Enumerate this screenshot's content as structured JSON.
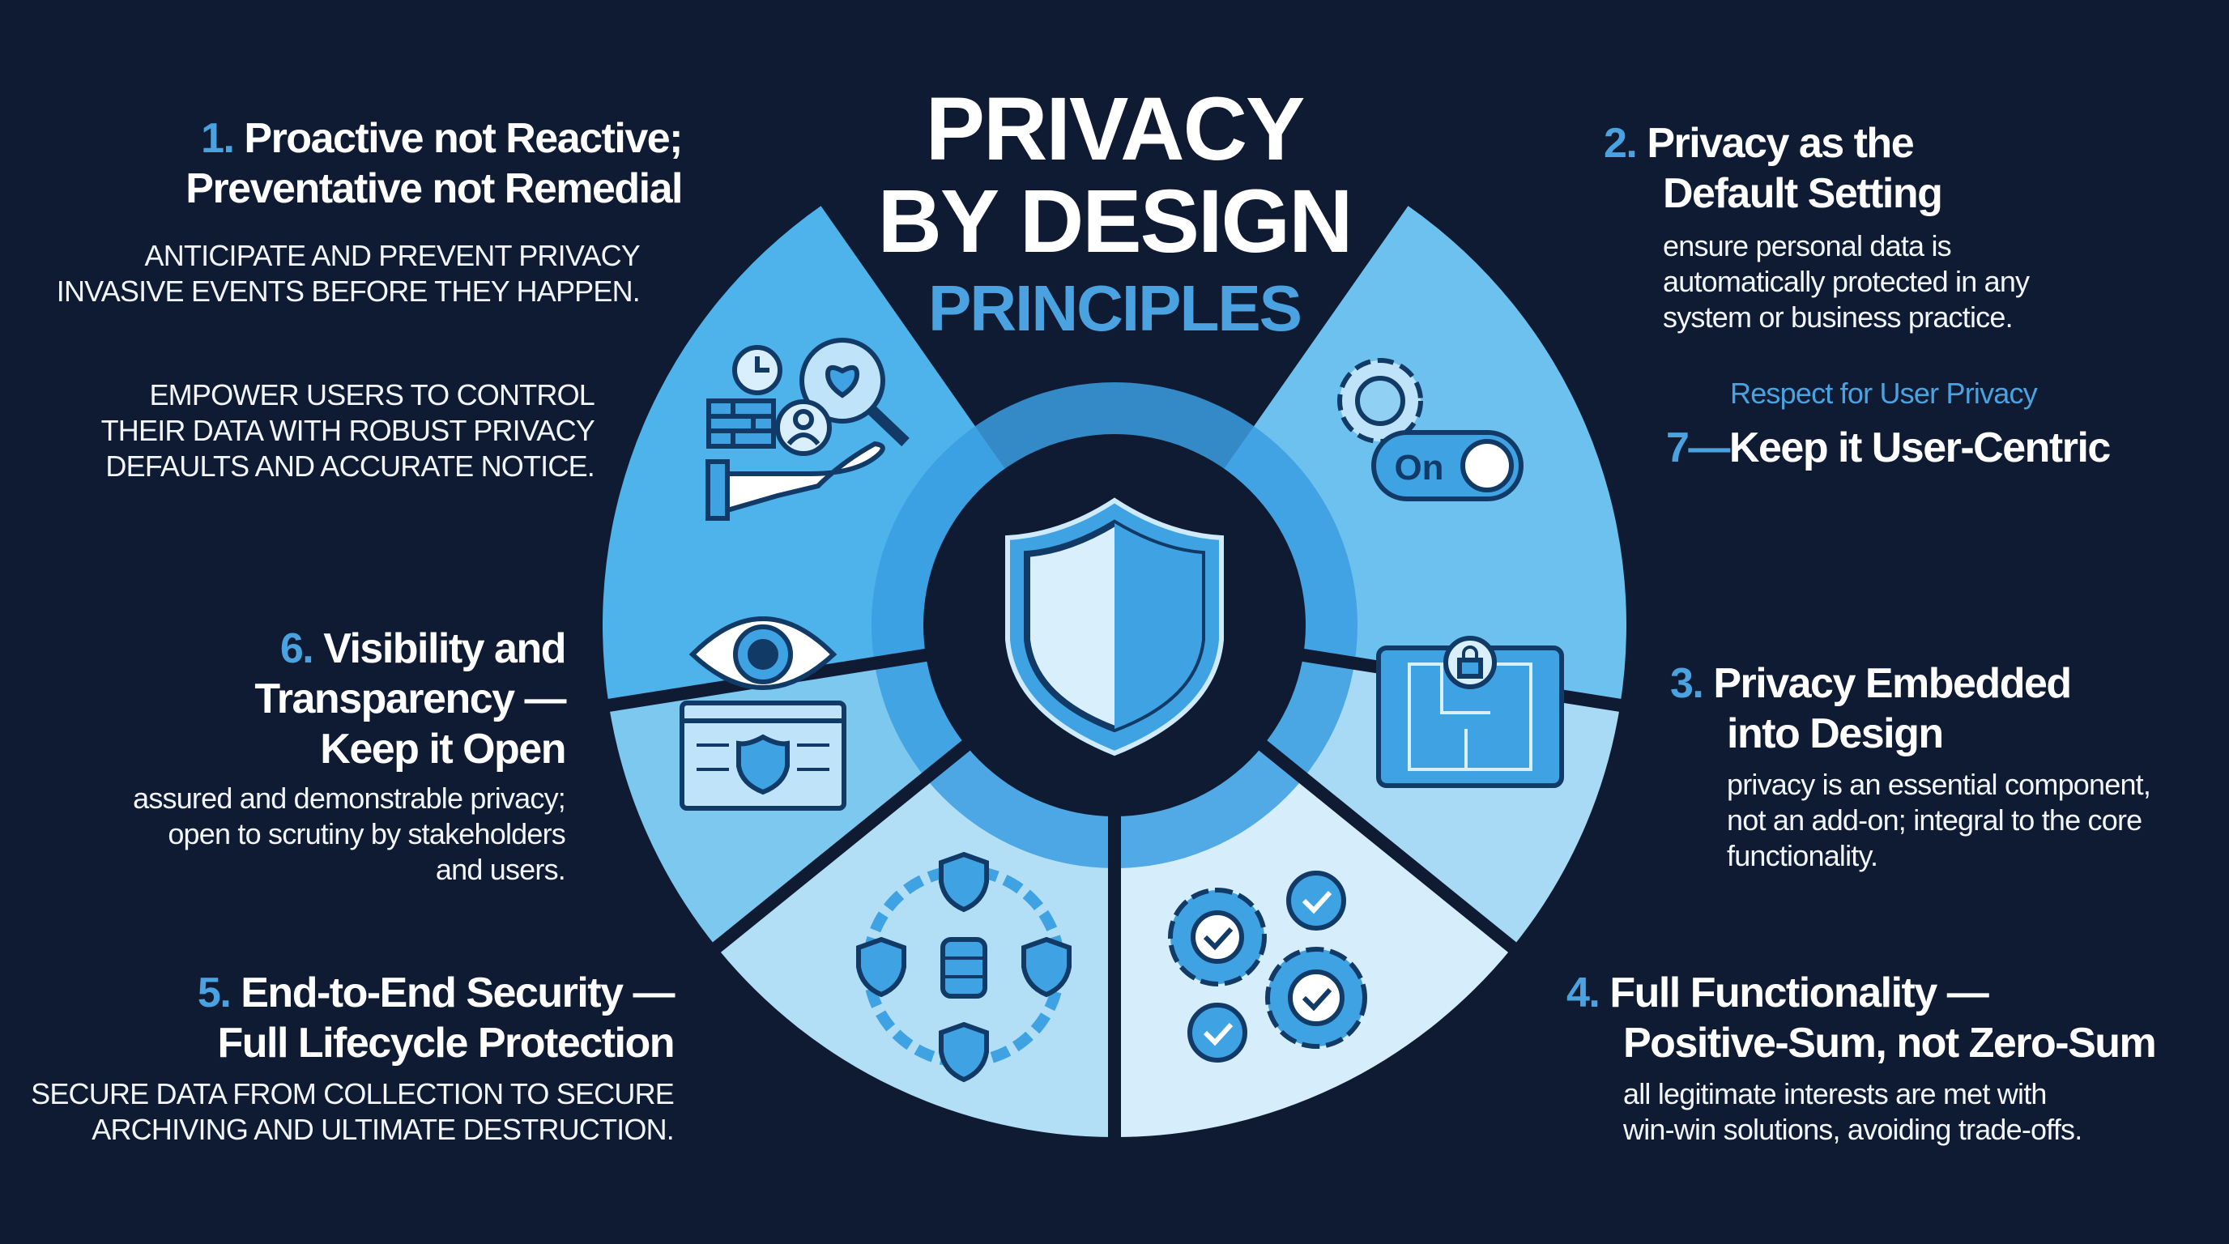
{
  "title": {
    "line1": "PRIVACY",
    "line2": "BY DESIGN",
    "line3": "PRINCIPLES"
  },
  "colors": {
    "background": "#0f1b33",
    "accent": "#4aa3e0",
    "inner_ring": "#3a9ee0",
    "segments": [
      "#4db3ea",
      "#6cc1ee",
      "#a9daf5",
      "#d6eefb",
      "#b3dff6",
      "#7cc8ef"
    ]
  },
  "principles": [
    {
      "number": "1.",
      "heading": [
        "Proactive not Reactive;",
        "Preventative not Remedial"
      ],
      "description": [
        "ANTICIPATE AND PREVENT PRIVACY",
        "INVASIVE EVENTS BEFORE THEY HAPPEN."
      ],
      "extra": [
        "EMPOWER USERS TO CONTROL",
        "THEIR DATA WITH ROBUST PRIVACY",
        "DEFAULTS AND ACCURATE NOTICE."
      ],
      "icon": "clock-firewall-user-magnifier-hand-icon"
    },
    {
      "number": "2.",
      "heading": [
        "Privacy as the",
        "Default Setting"
      ],
      "description": [
        "ensure personal data is",
        "automatically protected in any",
        "system or business practice."
      ],
      "icon": "gear-toggle-on-icon",
      "toggle_label": "On"
    },
    {
      "number": "3.",
      "heading": [
        "Privacy Embedded",
        "into Design"
      ],
      "description": [
        "privacy is an essential component,",
        "not an add-on; integral to the core",
        "functionality."
      ],
      "icon": "blueprint-lock-icon"
    },
    {
      "number": "4.",
      "heading": [
        "Full Functionality —",
        "Positive-Sum, not Zero-Sum"
      ],
      "description": [
        "all legitimate interests are met with",
        "win-win solutions, avoiding trade-offs."
      ],
      "icon": "gears-checkmarks-icon"
    },
    {
      "number": "5.",
      "heading": [
        "End-to-End Security —",
        "Full Lifecycle Protection"
      ],
      "description": [
        "SECURE DATA FROM COLLECTION TO SECURE",
        "ARCHIVING AND ULTIMATE DESTRUCTION."
      ],
      "icon": "database-chain-locks-icon"
    },
    {
      "number": "6.",
      "heading": [
        "Visibility and",
        "Transparency —",
        "Keep it Open"
      ],
      "description": [
        "assured and demonstrable privacy;",
        "open to scrutiny by stakeholders",
        "and users."
      ],
      "icon": "eye-browser-shield-icon"
    },
    {
      "number": "7—",
      "subtitle": "Respect for User Privacy",
      "heading": [
        "Keep it User-Centric"
      ]
    }
  ]
}
